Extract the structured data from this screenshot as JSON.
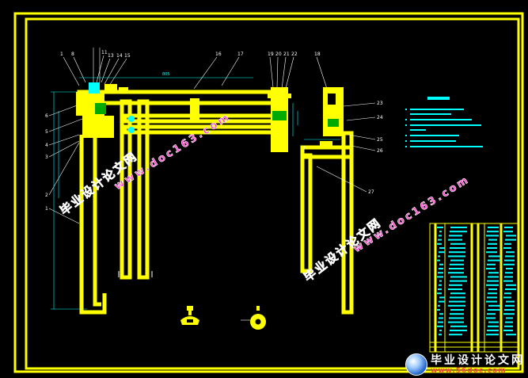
{
  "watermark": {
    "cn": "毕业设计论文网",
    "url": "www.doc163.com"
  },
  "brand": {
    "cn": "毕业设计论文网",
    "url": "www.56doc.com"
  },
  "callouts_top_left": [
    "1",
    "8",
    "11",
    "13",
    "14",
    "15"
  ],
  "callouts_top_mid": [
    "16",
    "17"
  ],
  "callouts_top_right": [
    "19",
    "20",
    "21",
    "22"
  ],
  "callout_top_far_right": "18",
  "callouts_left_side": [
    "6",
    "5",
    "4",
    "3",
    "2",
    "1"
  ],
  "callouts_right_side": [
    "23",
    "24",
    "25",
    "26"
  ],
  "callout_27": "27",
  "dimension_top": "805",
  "colors": {
    "frame": "#ffff00",
    "part": "#ffff00",
    "dimension": "#00ffff",
    "leader": "#ffffff",
    "note": "#00ffff",
    "watermark": "#ff44cc"
  }
}
